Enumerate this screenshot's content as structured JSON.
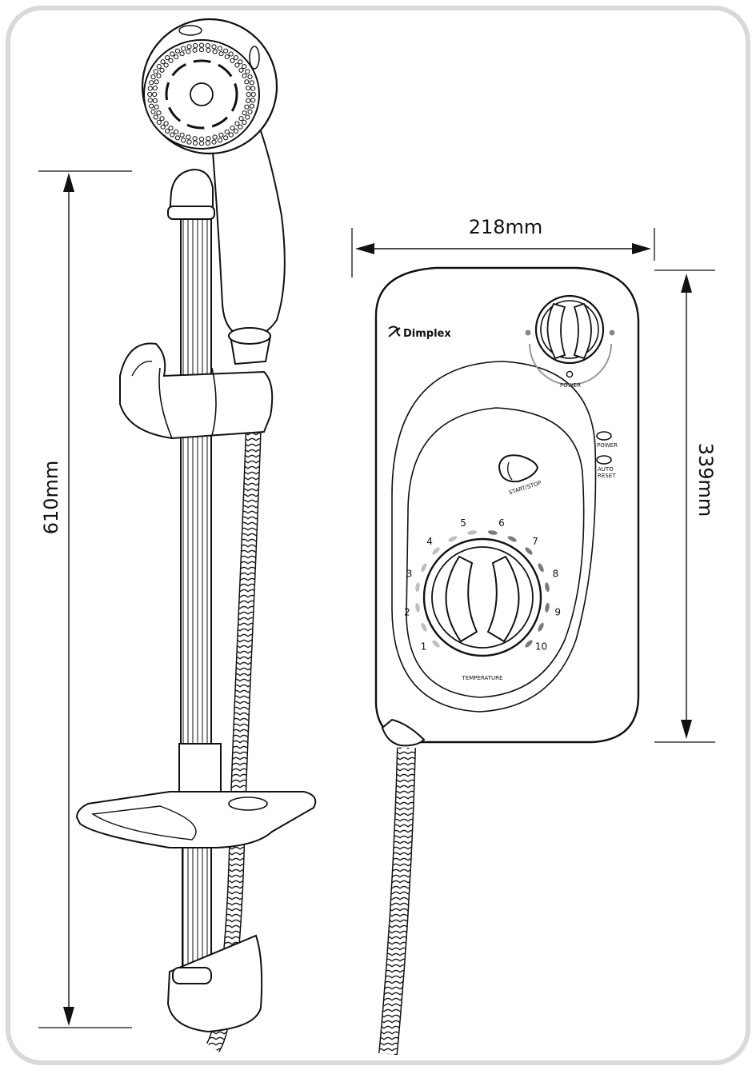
{
  "dimensions": {
    "height_total": "610mm",
    "width_unit": "218mm",
    "height_unit": "339mm"
  },
  "unit": {
    "brand": "Dimplex",
    "power_knob_label": "POWER",
    "start_stop_label": "START/STOP",
    "indicators": [
      {
        "label": "POWER"
      },
      {
        "label_line1": "AUTO",
        "label_line2": "RESET"
      }
    ],
    "temperature_label": "TEMPERATURE",
    "temperature_scale": [
      "1",
      "2",
      "3",
      "4",
      "5",
      "6",
      "7",
      "8",
      "9",
      "10"
    ]
  },
  "colors": {
    "frame": "#d9d9d9",
    "line": "#111111",
    "scale_light": "#bfbfbf",
    "scale_dark": "#7a7a7a"
  }
}
